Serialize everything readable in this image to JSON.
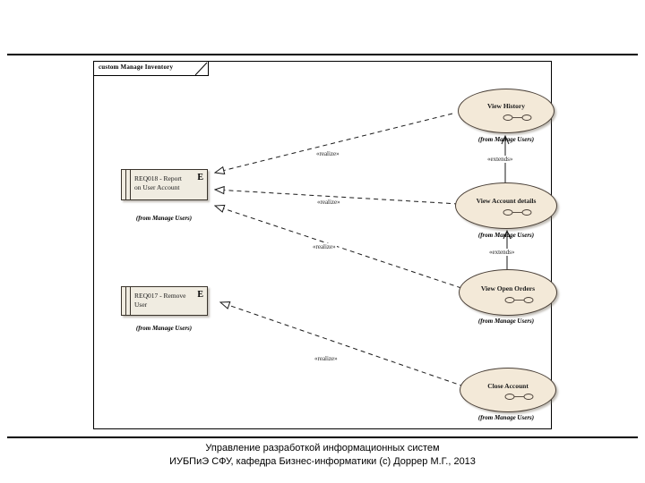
{
  "slide": {
    "caption_line1": "Управление разработкой информационных систем",
    "caption_line2": "ИУБПиЭ СФУ, кафедра Бизнес-информатики (с) Доррер М.Г., 2013"
  },
  "diagram": {
    "package_tab_label": "custom Manage Inventory",
    "type": "uml-use-case-diagram"
  },
  "usecases": [
    {
      "id": "view-history",
      "name": "View History",
      "from": "(from Manage Users)"
    },
    {
      "id": "view-account-details",
      "name": "View Account details",
      "from": "(from Manage Users)"
    },
    {
      "id": "view-open-orders",
      "name": "View Open Orders",
      "from": "(from Manage Users)"
    },
    {
      "id": "close-account",
      "name": "Close Account",
      "from": "(from Manage Users)"
    }
  ],
  "requirements": [
    {
      "id": "req018",
      "title": "REQ018 - Report on User Account",
      "badge": "E",
      "from": "(from Manage Users)"
    },
    {
      "id": "req017",
      "title": "REQ017 - Remove User",
      "badge": "E",
      "from": "(from Manage Users)"
    }
  ],
  "connectors": [
    {
      "id": "realize-1",
      "label": "«realize»",
      "from": "view-history",
      "to": "req018"
    },
    {
      "id": "realize-2",
      "label": "«realize»",
      "from": "view-account-details",
      "to": "req018"
    },
    {
      "id": "realize-3",
      "label": "«realize»",
      "from": "view-open-orders",
      "to": "req018"
    },
    {
      "id": "realize-4",
      "label": "«realize»",
      "from": "close-account",
      "to": "req017"
    },
    {
      "id": "extends-1",
      "label": "«extends»",
      "from": "view-account-details",
      "to": "view-history"
    },
    {
      "id": "extends-2",
      "label": "«extends»",
      "from": "view-open-orders",
      "to": "view-account-details"
    }
  ],
  "colors": {
    "usecase_fill": "#f3e9d8",
    "usecase_stroke": "#4a4038",
    "requirement_fill": "#f0ece1",
    "requirement_stroke": "#3a342c",
    "connector": "#1a1a1a",
    "frame": "#000000",
    "background": "#ffffff"
  }
}
